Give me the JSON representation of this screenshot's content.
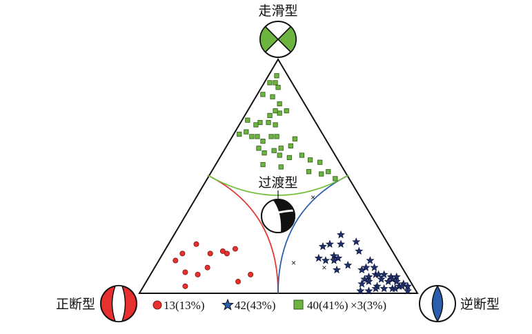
{
  "labels": {
    "strike_slip": "走滑型",
    "transitional": "过渡型",
    "normal": "正断型",
    "reverse": "逆断型"
  },
  "legend": {
    "normal": "13(13%)",
    "reverse": "42(43%)",
    "strike_slip": "40(41%)",
    "other": "×3(3%)"
  },
  "colors": {
    "normal": "#e8312f",
    "reverse": "#1f2f6b",
    "strike_slip": "#6db33f",
    "boundary_normal": "#e23a35",
    "boundary_reverse": "#2b5fae",
    "boundary_strike": "#74bf3c"
  },
  "chart_data": {
    "type": "scatter",
    "title": "",
    "categories": [
      "正断型",
      "逆断型",
      "走滑型",
      "过渡型"
    ],
    "note": "Ternary diagram (Frohlich). Values are fractions for [normal, reverse, strike-slip] components; each point sums to 1.",
    "series": [
      {
        "name": "13(13%)",
        "marker": "circle",
        "points": [
          [
            0.8,
            0.06,
            0.14
          ],
          [
            0.76,
            0.07,
            0.17
          ],
          [
            0.69,
            0.1,
            0.21
          ],
          [
            0.66,
            0.17,
            0.17
          ],
          [
            0.61,
            0.21,
            0.18
          ],
          [
            0.6,
            0.23,
            0.17
          ],
          [
            0.56,
            0.25,
            0.19
          ],
          [
            0.7,
            0.19,
            0.11
          ],
          [
            0.75,
            0.17,
            0.08
          ],
          [
            0.82,
            0.15,
            0.03
          ],
          [
            0.79,
            0.12,
            0.09
          ],
          [
            0.56,
            0.36,
            0.08
          ],
          [
            0.62,
            0.33,
            0.05
          ]
        ]
      },
      {
        "name": "42(43%)",
        "marker": "star",
        "points": [
          [
            0.15,
            0.6,
            0.25
          ],
          [
            0.11,
            0.67,
            0.22
          ],
          [
            0.17,
            0.62,
            0.21
          ],
          [
            0.12,
            0.7,
            0.18
          ],
          [
            0.24,
            0.56,
            0.2
          ],
          [
            0.21,
            0.58,
            0.21
          ],
          [
            0.28,
            0.57,
            0.15
          ],
          [
            0.26,
            0.6,
            0.14
          ],
          [
            0.1,
            0.76,
            0.14
          ],
          [
            0.13,
            0.76,
            0.11
          ],
          [
            0.22,
            0.62,
            0.16
          ],
          [
            0.23,
            0.63,
            0.14
          ],
          [
            0.24,
            0.66,
            0.1
          ],
          [
            0.21,
            0.64,
            0.15
          ],
          [
            0.19,
            0.69,
            0.12
          ],
          [
            0.15,
            0.75,
            0.1
          ],
          [
            0.11,
            0.81,
            0.08
          ],
          [
            0.08,
            0.84,
            0.08
          ],
          [
            0.1,
            0.82,
            0.08
          ],
          [
            0.14,
            0.79,
            0.07
          ],
          [
            0.06,
            0.87,
            0.07
          ],
          [
            0.04,
            0.89,
            0.07
          ],
          [
            0.06,
            0.88,
            0.06
          ],
          [
            0.08,
            0.87,
            0.05
          ],
          [
            0.1,
            0.84,
            0.06
          ],
          [
            0.13,
            0.84,
            0.03
          ],
          [
            0.15,
            0.8,
            0.05
          ],
          [
            0.18,
            0.78,
            0.04
          ],
          [
            0.16,
            0.78,
            0.06
          ],
          [
            0.05,
            0.9,
            0.05
          ],
          [
            0.03,
            0.93,
            0.04
          ],
          [
            0.05,
            0.92,
            0.03
          ],
          [
            0.08,
            0.9,
            0.02
          ],
          [
            0.11,
            0.87,
            0.02
          ],
          [
            0.14,
            0.84,
            0.02
          ],
          [
            0.17,
            0.82,
            0.01
          ],
          [
            0.2,
            0.79,
            0.01
          ],
          [
            0.07,
            0.91,
            0.02
          ],
          [
            0.03,
            0.96,
            0.01
          ],
          [
            0.04,
            0.93,
            0.03
          ],
          [
            0.02,
            0.95,
            0.03
          ],
          [
            0.1,
            0.79,
            0.11
          ]
        ]
      },
      {
        "name": "40(41%)",
        "marker": "square",
        "points": [
          [
            0.04,
            0.03,
            0.93
          ],
          [
            0.06,
            0.04,
            0.9
          ],
          [
            0.06,
            0.06,
            0.88
          ],
          [
            0.08,
            0.02,
            0.9
          ],
          [
            0.13,
            0.02,
            0.85
          ],
          [
            0.1,
            0.06,
            0.84
          ],
          [
            0.09,
            0.1,
            0.81
          ],
          [
            0.08,
            0.14,
            0.78
          ],
          [
            0.11,
            0.12,
            0.77
          ],
          [
            0.12,
            0.1,
            0.78
          ],
          [
            0.15,
            0.09,
            0.76
          ],
          [
            0.17,
            0.1,
            0.73
          ],
          [
            0.19,
            0.14,
            0.67
          ],
          [
            0.17,
            0.16,
            0.67
          ],
          [
            0.15,
            0.13,
            0.72
          ],
          [
            0.2,
            0.07,
            0.73
          ],
          [
            0.22,
            0.06,
            0.72
          ],
          [
            0.24,
            0.02,
            0.74
          ],
          [
            0.27,
            0.04,
            0.69
          ],
          [
            0.3,
            0.02,
            0.68
          ],
          [
            0.26,
            0.07,
            0.67
          ],
          [
            0.24,
            0.09,
            0.67
          ],
          [
            0.23,
            0.12,
            0.65
          ],
          [
            0.26,
            0.12,
            0.62
          ],
          [
            0.25,
            0.15,
            0.6
          ],
          [
            0.21,
            0.18,
            0.61
          ],
          [
            0.18,
            0.2,
            0.62
          ],
          [
            0.2,
            0.21,
            0.59
          ],
          [
            0.17,
            0.25,
            0.58
          ],
          [
            0.14,
            0.23,
            0.63
          ],
          [
            0.11,
            0.23,
            0.66
          ],
          [
            0.12,
            0.29,
            0.59
          ],
          [
            0.13,
            0.35,
            0.52
          ],
          [
            0.1,
            0.33,
            0.57
          ],
          [
            0.09,
            0.4,
            0.51
          ],
          [
            0.07,
            0.37,
            0.56
          ],
          [
            0.06,
            0.42,
            0.52
          ],
          [
            0.05,
            0.46,
            0.49
          ],
          [
            0.22,
            0.24,
            0.54
          ],
          [
            0.28,
            0.17,
            0.55
          ]
        ]
      },
      {
        "name": "×3(3%)",
        "marker": "x",
        "points": [
          [
            0.28,
            0.61,
            0.11
          ],
          [
            0.38,
            0.49,
            0.13
          ],
          [
            0.17,
            0.42,
            0.41
          ]
        ]
      }
    ]
  }
}
